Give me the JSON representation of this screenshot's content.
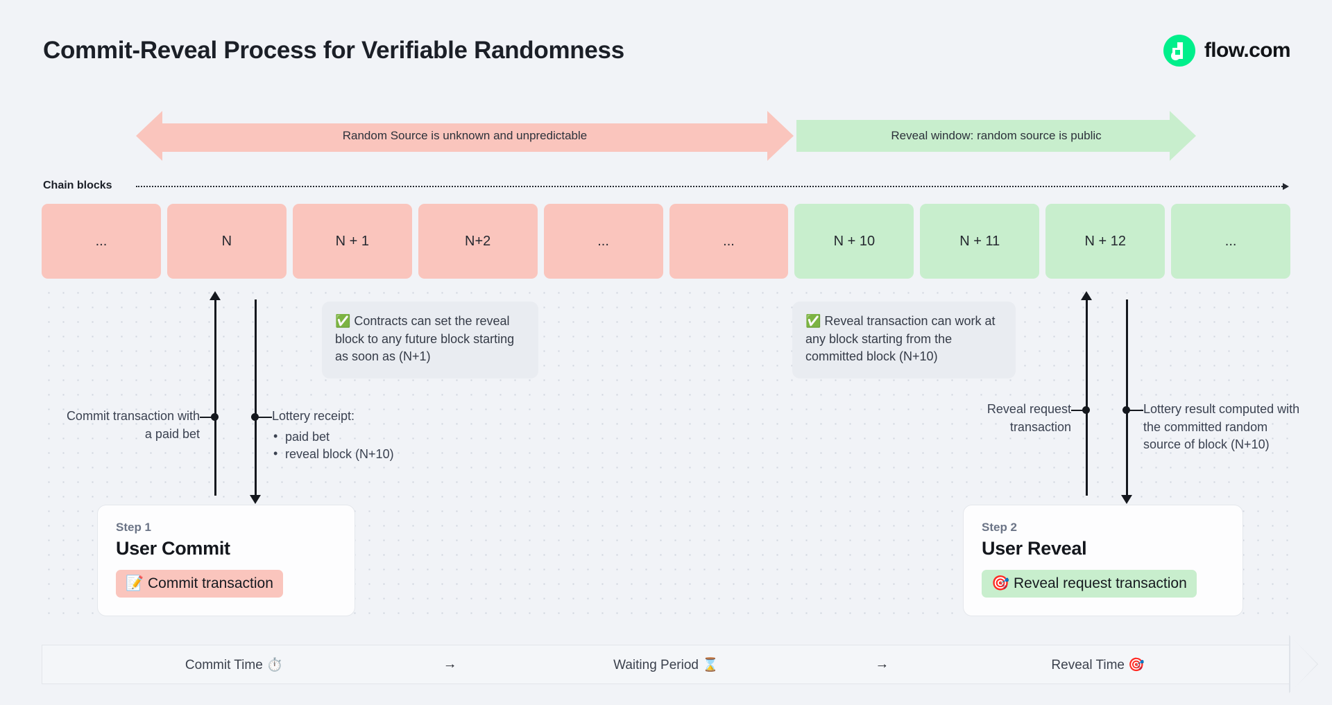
{
  "header": {
    "title": "Commit-Reveal Process for Verifiable Randomness",
    "brand_name": "flow.com",
    "brand_color": "#00ef8b"
  },
  "phases": [
    {
      "label": "Random Source is unknown and unpredictable",
      "color": "#fac5bd",
      "direction": "left"
    },
    {
      "label": "Reveal window: random source is public",
      "color": "#c8eecd",
      "direction": "right"
    }
  ],
  "chain": {
    "label": "Chain blocks",
    "blocks": [
      {
        "label": "...",
        "state": "pink"
      },
      {
        "label": "N",
        "state": "pink"
      },
      {
        "label": "N + 1",
        "state": "pink"
      },
      {
        "label": "N+2",
        "state": "pink"
      },
      {
        "label": "...",
        "state": "pink"
      },
      {
        "label": "...",
        "state": "pink"
      },
      {
        "label": "N + 10",
        "state": "green"
      },
      {
        "label": "N + 11",
        "state": "green"
      },
      {
        "label": "N + 12",
        "state": "green"
      },
      {
        "label": "...",
        "state": "green"
      }
    ]
  },
  "callouts": {
    "left": "✅ Contracts can set the reveal block to any future block starting as soon as (N+1)",
    "right": "✅ Reveal transaction can work at any block starting from the committed block (N+10)"
  },
  "annotations": {
    "commit": "Commit transaction with a paid bet",
    "receipt_title": "Lottery receipt:",
    "receipt_items": [
      "paid bet",
      "reveal block (N+10)"
    ],
    "reveal_request": "Reveal request transaction",
    "lottery_result": "Lottery result computed with the committed random source of block (N+10)"
  },
  "steps": [
    {
      "kicker": "Step 1",
      "title": "User Commit",
      "badge": "📝 Commit transaction",
      "badge_color": "#fac5bd"
    },
    {
      "kicker": "Step 2",
      "title": "User Reveal",
      "badge": "🎯 Reveal request transaction",
      "badge_color": "#c8eecd"
    }
  ],
  "bottom_timeline": {
    "segments": [
      "Commit Time ⏱️",
      "Waiting Period ⌛",
      "Reveal Time 🎯"
    ],
    "separator": "→"
  }
}
